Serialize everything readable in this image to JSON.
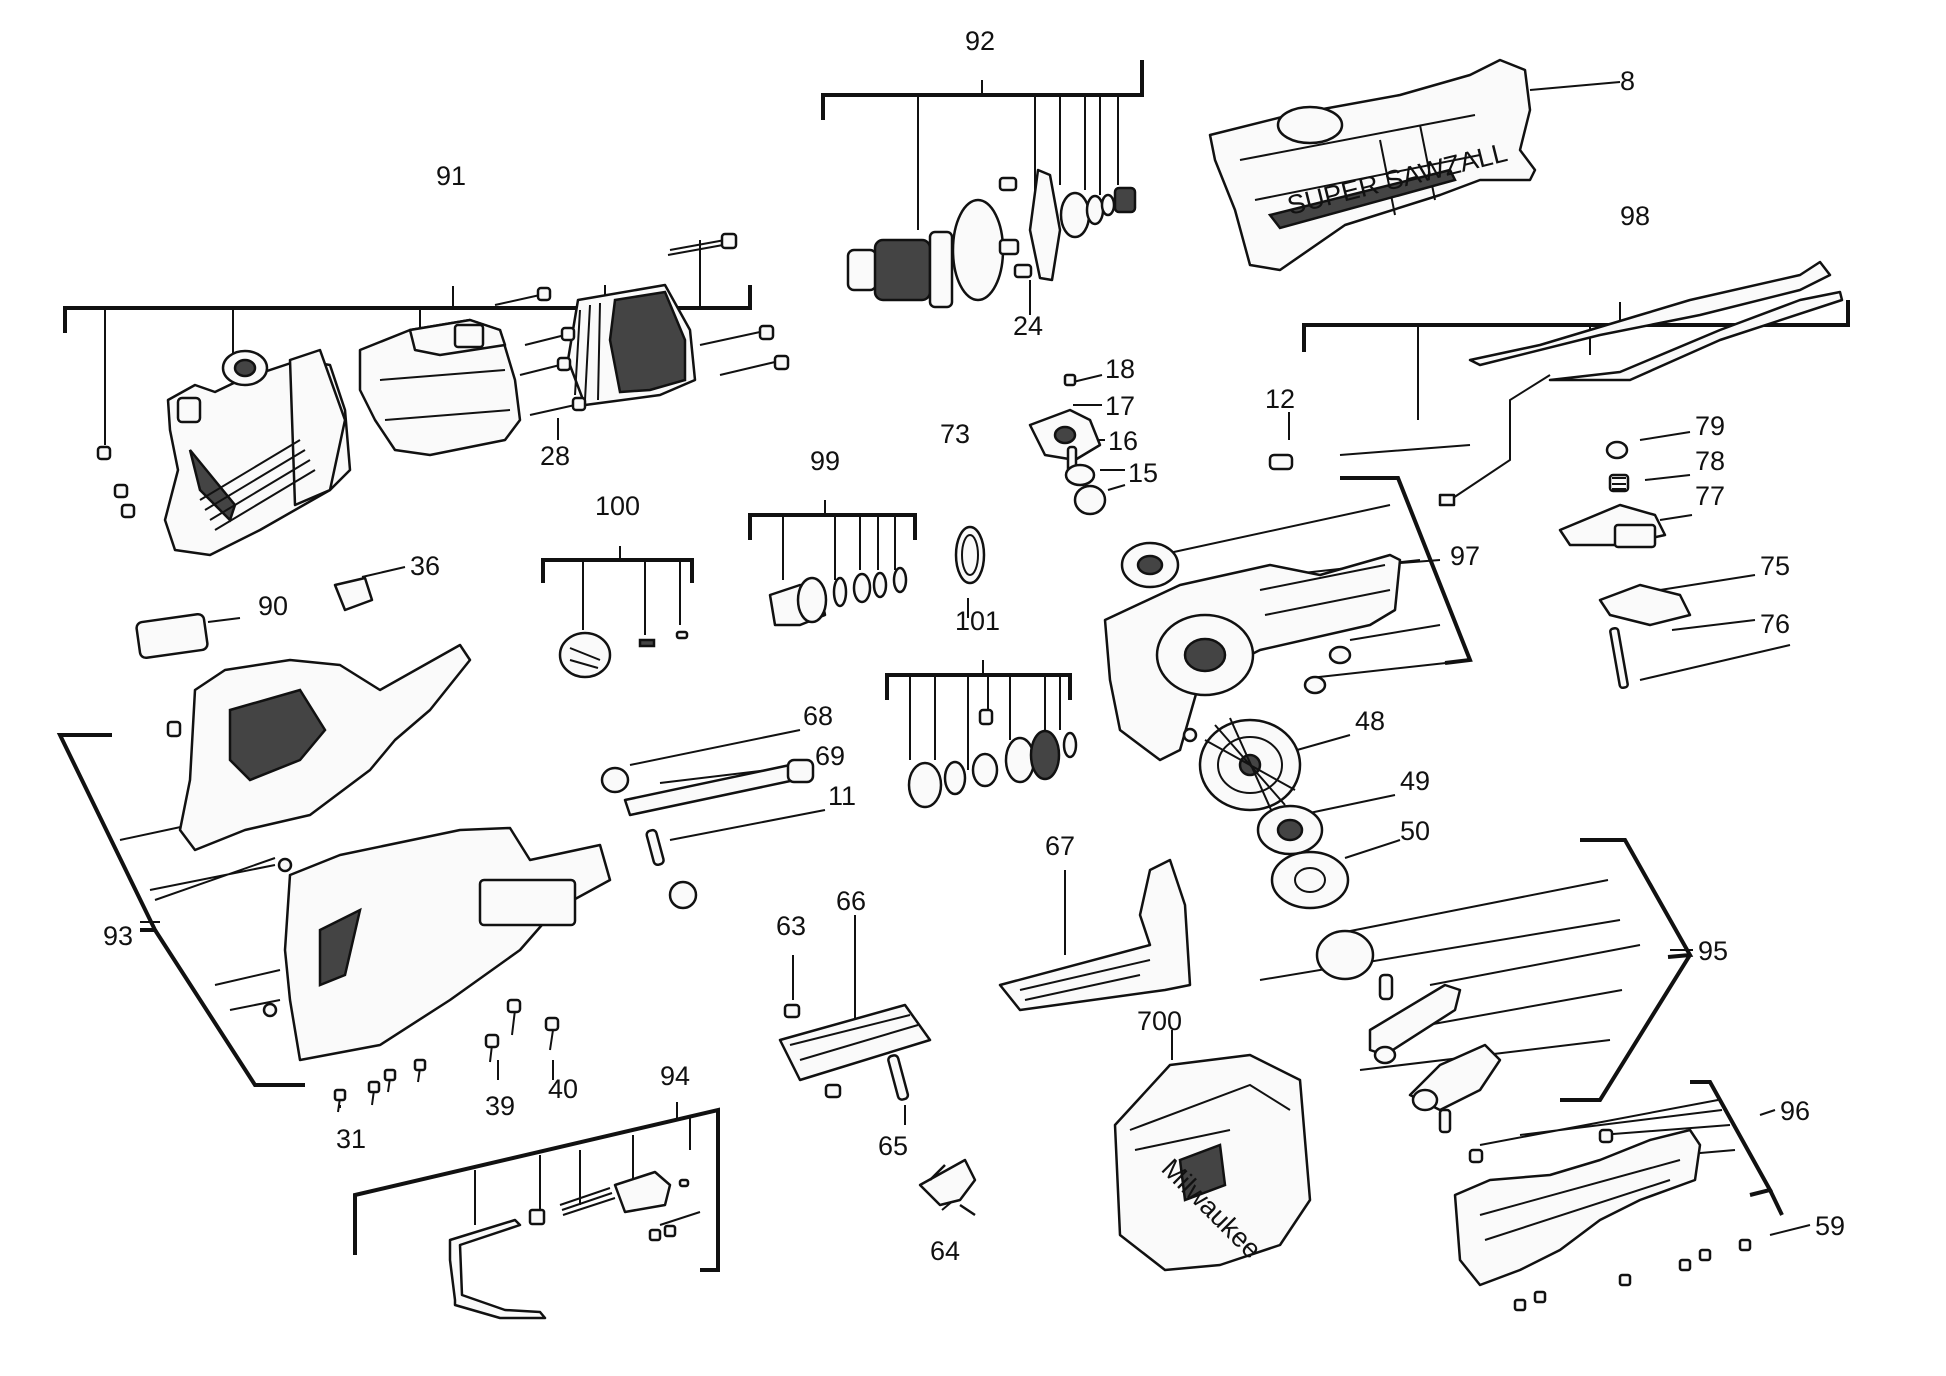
{
  "branding": {
    "handle_print": "SUPER SAWZALL",
    "case_logo": "Milwaukee"
  },
  "callouts": [
    "92",
    "91",
    "8",
    "98",
    "24",
    "18",
    "17",
    "28",
    "12",
    "16",
    "79",
    "99",
    "73",
    "15",
    "78",
    "100",
    "77",
    "97",
    "36",
    "75",
    "90",
    "101",
    "76",
    "68",
    "48",
    "69",
    "11",
    "49",
    "67",
    "50",
    "63",
    "66",
    "93",
    "95",
    "700",
    "39",
    "40",
    "31",
    "94",
    "96",
    "65",
    "59",
    "64"
  ]
}
